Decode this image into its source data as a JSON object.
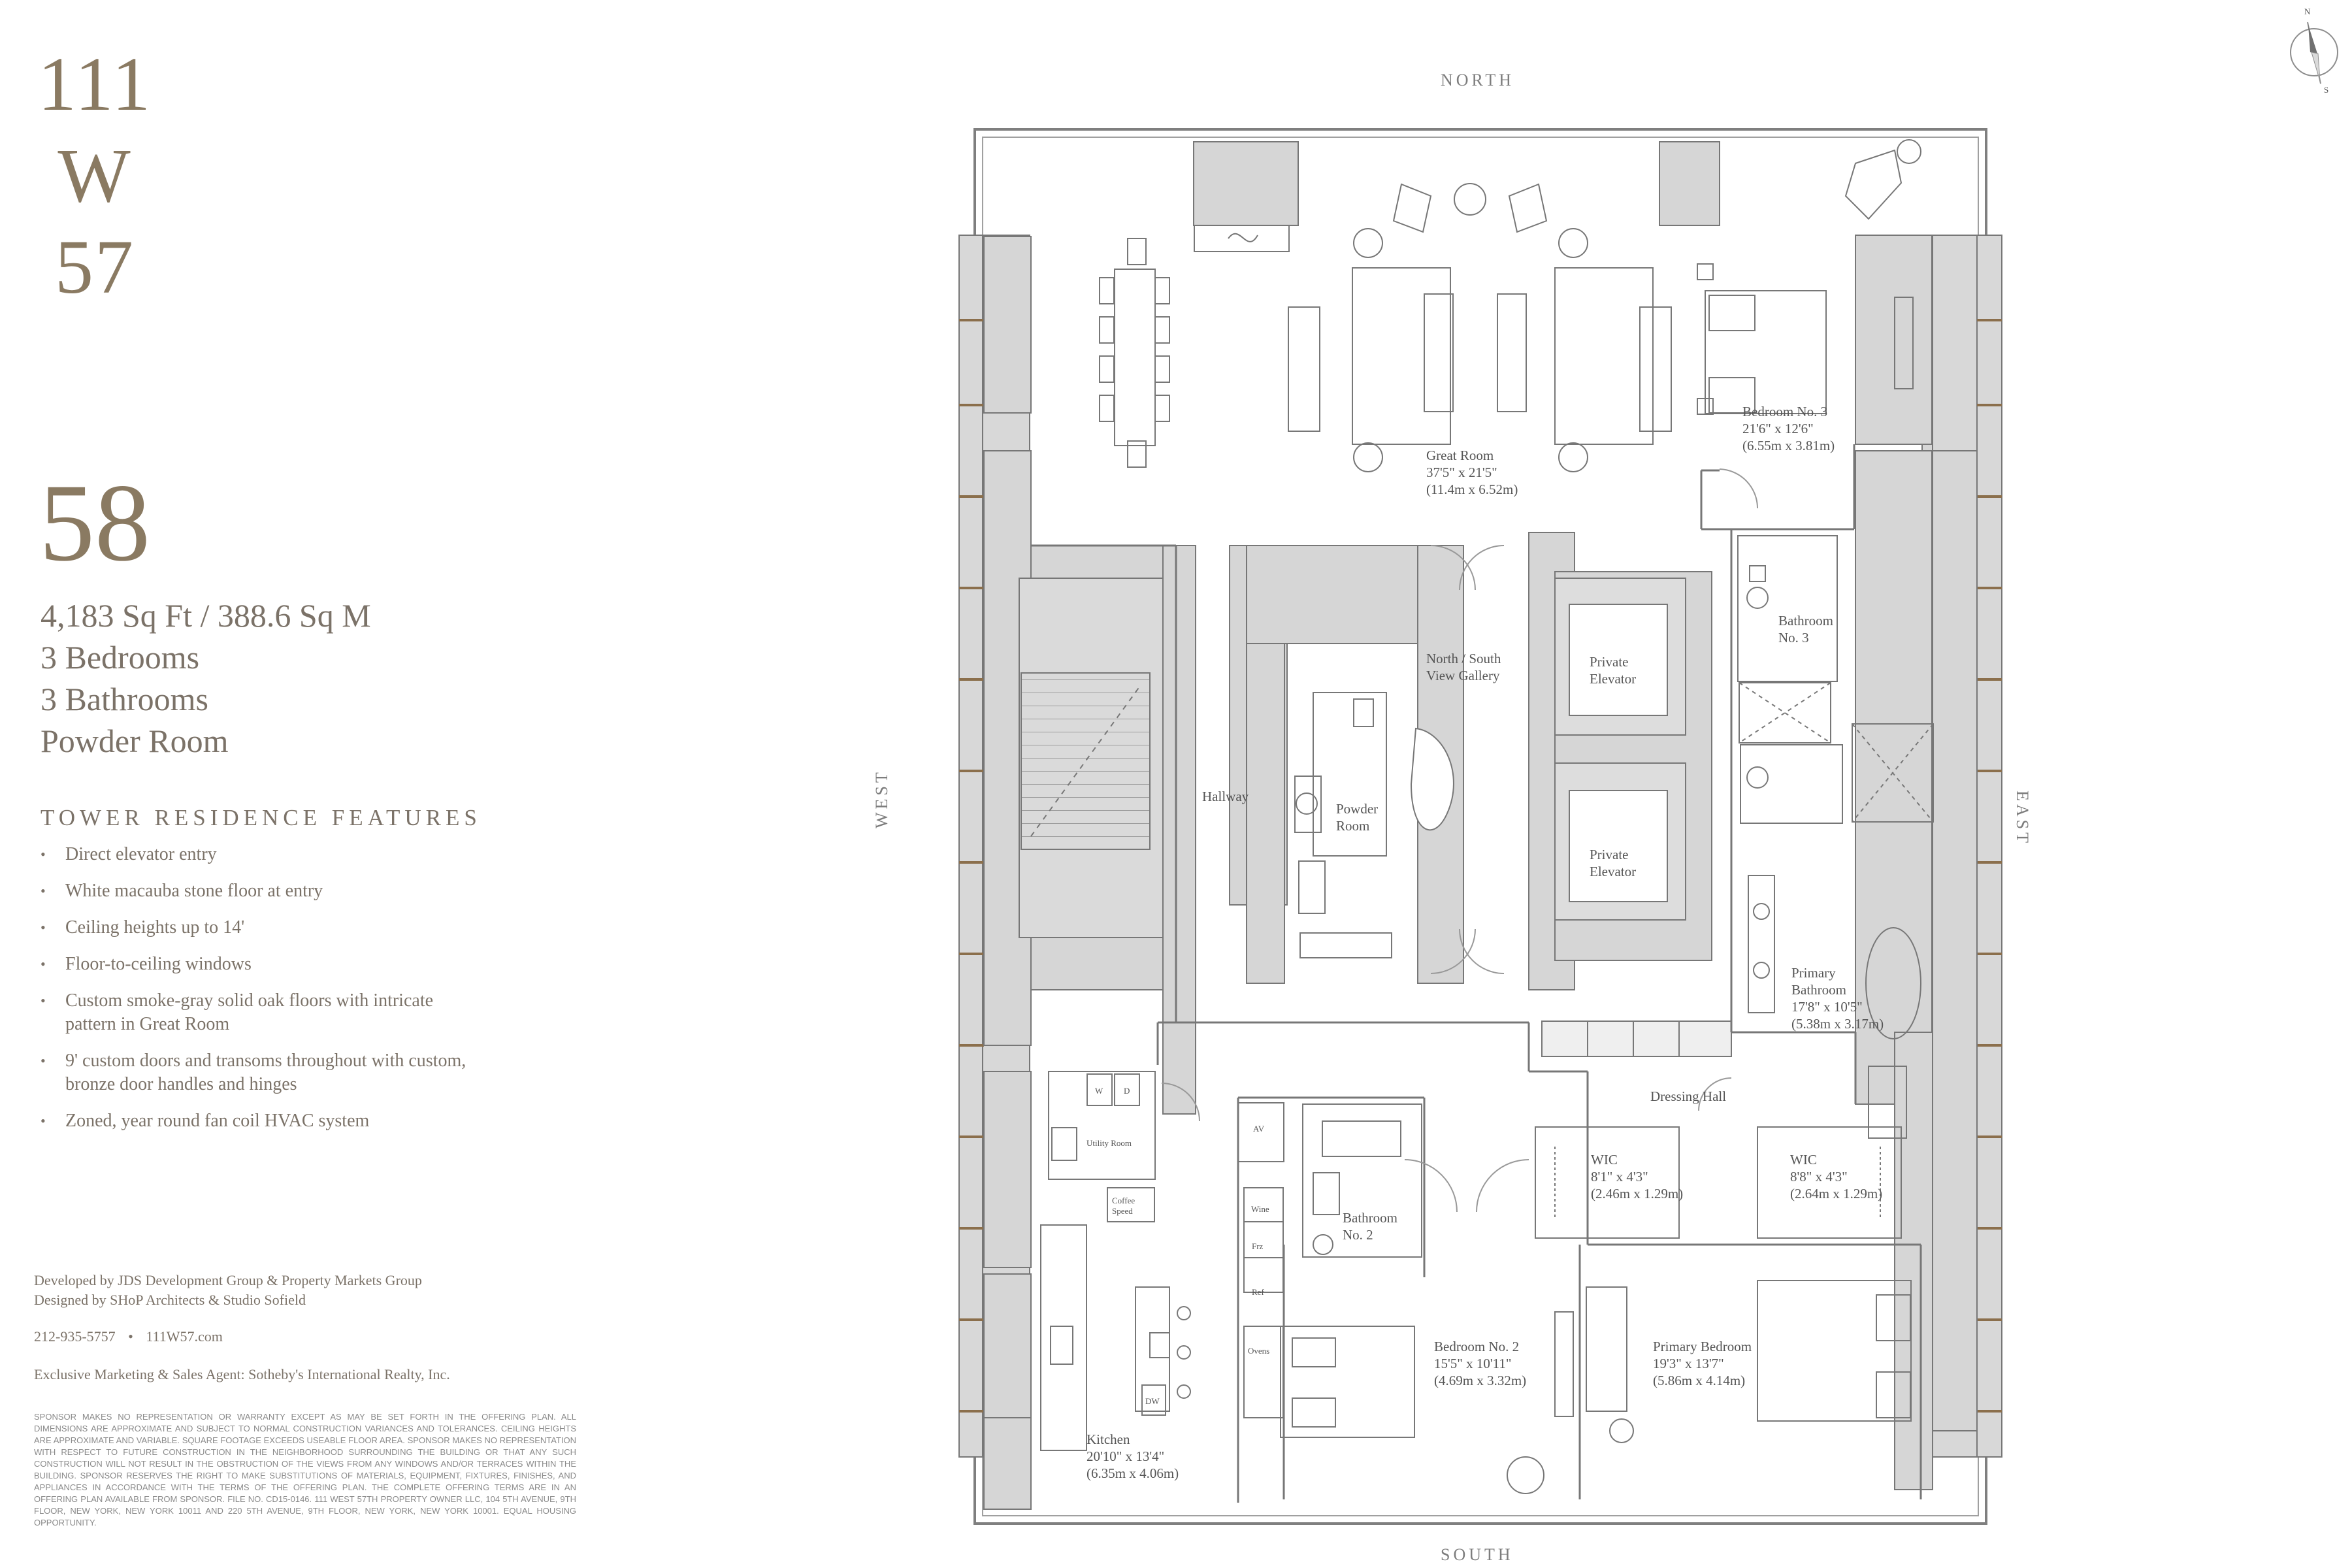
{
  "brand": {
    "line_1": "111",
    "line_2": "W",
    "line_3": "57"
  },
  "listing": {
    "floor": "58",
    "size": "4,183 Sq Ft / 388.6 Sq M",
    "bedrooms": "3 Bedrooms",
    "bathrooms": "3 Bathrooms",
    "powder_room": "Powder Room",
    "features_title": "TOWER RESIDENCE FEATURES",
    "features": [
      "Direct elevator entry",
      "White macauba stone floor at entry",
      "Ceiling heights up to 14'",
      "Floor-to-ceiling windows",
      "Custom smoke-gray solid oak floors with intricate pattern in Great Room",
      "9' custom doors and transoms throughout with custom, bronze door handles and hinges",
      "Zoned, year round fan coil HVAC system"
    ]
  },
  "credits": {
    "developer": "Developed by JDS Development Group & Property Markets Group",
    "designer": "Designed by SHoP Architects & Studio Sofield",
    "phone": "212-935-5757",
    "separator": "•",
    "website": "111W57.com",
    "agent": "Exclusive Marketing & Sales Agent: Sotheby's International Realty, Inc.",
    "disclaimer": "SPONSOR MAKES NO REPRESENTATION OR WARRANTY EXCEPT AS MAY BE SET FORTH IN THE OFFERING PLAN. ALL DIMENSIONS ARE APPROXIMATE AND SUBJECT TO NORMAL CONSTRUCTION VARIANCES AND TOLERANCES. CEILING HEIGHTS ARE APPROXIMATE AND VARIABLE. SQUARE FOOTAGE EXCEEDS USEABLE FLOOR AREA. SPONSOR MAKES NO REPRESENTATION WITH RESPECT TO FUTURE CONSTRUCTION IN THE NEIGHBORHOOD SURROUNDING THE BUILDING OR THAT ANY SUCH CONSTRUCTION WILL NOT RESULT IN THE OBSTRUCTION OF THE VIEWS FROM ANY WINDOWS AND/OR TERRACES WITHIN THE BUILDING. SPONSOR RESERVES THE RIGHT TO MAKE SUBSTITUTIONS OF MATERIALS, EQUIPMENT, FIXTURES, FINISHES, AND APPLIANCES IN ACCORDANCE WITH THE TERMS OF THE OFFERING PLAN. THE COMPLETE OFFERING TERMS ARE IN AN OFFERING PLAN AVAILABLE FROM SPONSOR. FILE NO. CD15-0146. 111 WEST 57TH PROPERTY OWNER LLC, 104 5TH AVENUE, 9TH FLOOR, NEW YORK, NEW YORK 10011 AND 220 5TH AVENUE, 9TH FLOOR, NEW YORK, NEW YORK 10001. EQUAL HOUSING OPPORTUNITY."
  },
  "orientation": {
    "north": "NORTH",
    "south": "SOUTH",
    "east": "EAST",
    "west": "WEST",
    "compass_n": "N",
    "compass_s": "S"
  },
  "rooms": {
    "great_room": {
      "name": "Great Room",
      "imperial": "37'5\" x 21'5\"",
      "metric": "(11.4m x 6.52m)"
    },
    "bedroom_3": {
      "name": "Bedroom No. 3",
      "imperial": "21'6\" x 12'6\"",
      "metric": "(6.55m x 3.81m)"
    },
    "bathroom_3": {
      "line_1": "Bathroom",
      "line_2": "No. 3"
    },
    "gallery": {
      "line_1": "North / South",
      "line_2": "View Gallery"
    },
    "private_elevator_1": {
      "line_1": "Private",
      "line_2": "Elevator"
    },
    "private_elevator_2": {
      "line_1": "Private",
      "line_2": "Elevator"
    },
    "hallway": {
      "name": "Hallway"
    },
    "powder_room": {
      "line_1": "Powder",
      "line_2": "Room"
    },
    "primary_bathroom": {
      "line_1": "Primary",
      "line_2": "Bathroom",
      "imperial": "17'8\" x 10'5\"",
      "metric": "(5.38m x 3.17m)"
    },
    "dressing_hall": {
      "name": "Dressing Hall"
    },
    "wic_1": {
      "name": "WIC",
      "imperial": "8'1\" x 4'3\"",
      "metric": "(2.46m x 1.29m)"
    },
    "wic_2": {
      "name": "WIC",
      "imperial": "8'8\" x 4'3\"",
      "metric": "(2.64m x 1.29m)"
    },
    "bathroom_2": {
      "line_1": "Bathroom",
      "line_2": "No. 2"
    },
    "bedroom_2": {
      "name": "Bedroom No. 2",
      "imperial": "15'5\" x 10'11\"",
      "metric": "(4.69m x 3.32m)"
    },
    "primary_bedroom": {
      "name": "Primary Bedroom",
      "imperial": "19'3\" x 13'7\"",
      "metric": "(5.86m x 4.14m)"
    },
    "kitchen": {
      "name": "Kitchen",
      "imperial": "20'10\" x 13'4\"",
      "metric": "(6.35m x 4.06m)"
    },
    "utility_room": {
      "name": "Utility Room"
    }
  },
  "appliances": {
    "washer": "W",
    "dryer": "D",
    "av": "AV",
    "wine": "Wine",
    "frz": "Frz",
    "ref": "Ref",
    "ovens": "Ovens",
    "dw": "DW",
    "coffee_1": "Coffee",
    "coffee_2": "Speed"
  },
  "colors": {
    "brand_bronze": "#8a7a62",
    "wall_gray": "#d6d6d6",
    "line_gray": "#7f7f7f",
    "text_gray": "#7b7268",
    "window_bronze": "#8b6f4c"
  }
}
